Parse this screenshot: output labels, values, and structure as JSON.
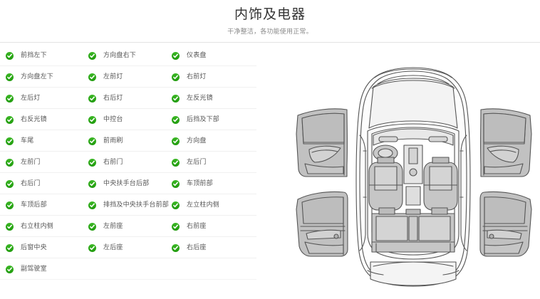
{
  "header": {
    "title": "内饰及电器",
    "subtitle": "干净整洁，各功能使用正常。"
  },
  "checklist": {
    "status_icon": "green-check-circle-icon",
    "accent_color": "#2aa514",
    "rows": [
      [
        "前挡左下",
        "方向盘右下",
        "仪表盘"
      ],
      [
        "方向盘左下",
        "左前灯",
        "右前灯"
      ],
      [
        "左后灯",
        "右后灯",
        "左反光镜"
      ],
      [
        "右反光镜",
        "中控台",
        "后挡及下部"
      ],
      [
        "车尾",
        "前雨刷",
        "方向盘"
      ],
      [
        "左前门",
        "右前门",
        "左后门"
      ],
      [
        "右后门",
        "中央扶手台后部",
        "车顶前部"
      ],
      [
        "车顶后部",
        "排挡及中央扶手台前部",
        "左立柱内侧"
      ],
      [
        "右立柱内侧",
        "左前座",
        "右前座"
      ],
      [
        "后窗中央",
        "左后座",
        "右后座"
      ],
      [
        "副驾驶室",
        "",
        ""
      ]
    ]
  },
  "diagram": {
    "name": "car-top-view-with-doors-diagram",
    "parts": [
      "car-body-top-view",
      "front-left-door-panel",
      "front-right-door-panel",
      "rear-left-door-panel",
      "rear-right-door-panel",
      "steering-wheel",
      "dashboard",
      "front-left-seat",
      "front-right-seat",
      "rear-seat-bench"
    ],
    "colors": {
      "outline": "#555555",
      "glass": "#f4f4f4",
      "panel_fill": "#bfbfbf",
      "seat_fill": "#c4c4c4",
      "body_fill": "#fbfbfb"
    }
  }
}
